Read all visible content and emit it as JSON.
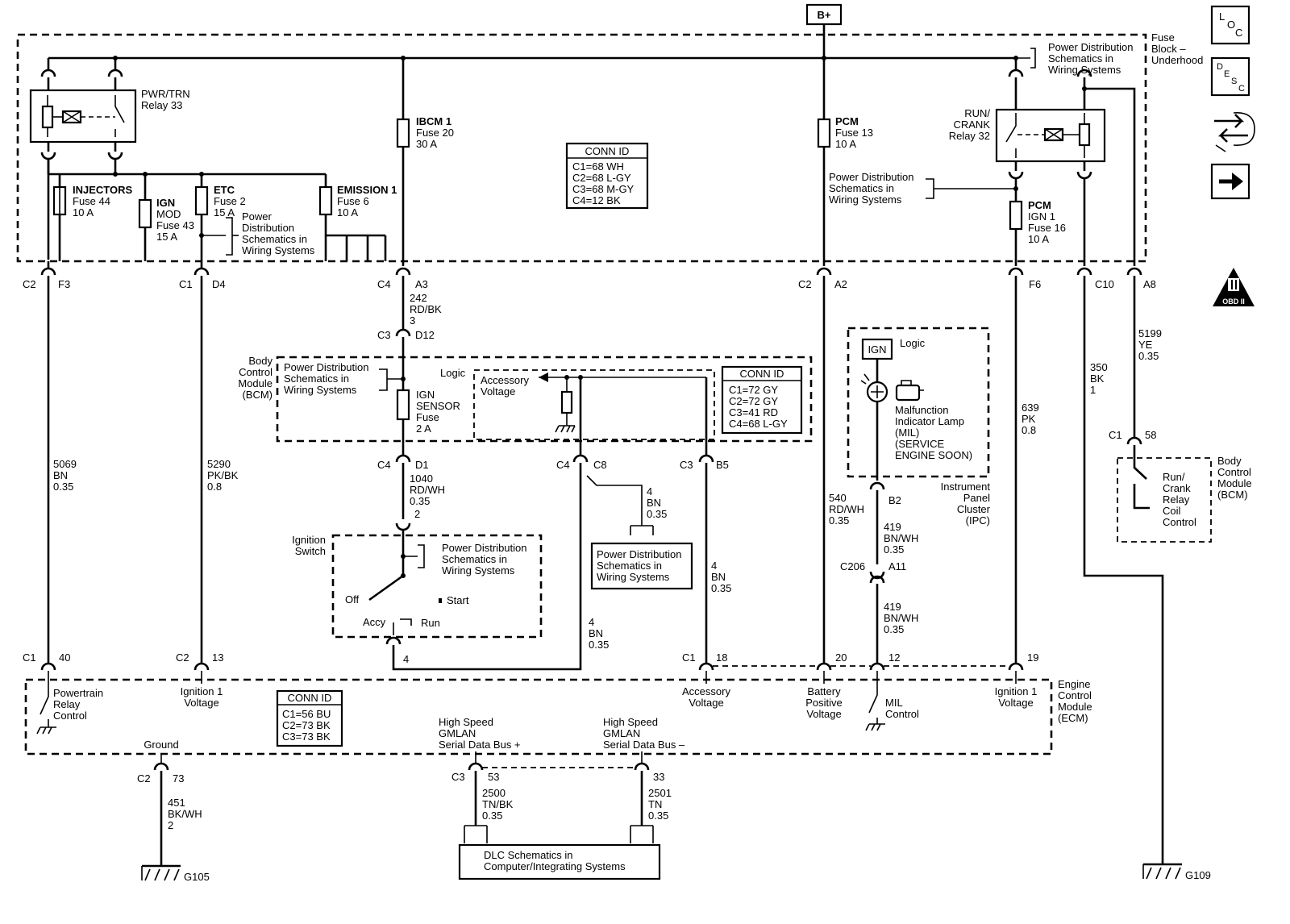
{
  "nav": {
    "bplus": "B+",
    "loc": [
      "L",
      "O",
      "C"
    ],
    "desc": [
      "D",
      "E",
      "S",
      "C"
    ]
  },
  "fuse_block": {
    "title": [
      "Fuse",
      "Block –",
      "Underhood"
    ],
    "relay_pwr": [
      "PWR/TRN",
      "Relay 33"
    ],
    "relay_run": [
      "RUN/",
      "CRANK",
      "Relay 32"
    ],
    "fuse_injectors": [
      "INJECTORS",
      "Fuse 44",
      "10 A"
    ],
    "fuse_ignmod": [
      "IGN",
      "MOD",
      "Fuse 43",
      "15 A"
    ],
    "fuse_etc": [
      "ETC",
      "Fuse 2",
      "15 A"
    ],
    "fuse_emission": [
      "EMISSION 1",
      "Fuse 6",
      "10 A"
    ],
    "fuse_ibcm": [
      "IBCM 1",
      "Fuse 20",
      "30 A"
    ],
    "fuse_pcm": [
      "PCM",
      "Fuse 13",
      "10 A"
    ],
    "fuse_pcmign": [
      "PCM",
      "IGN 1",
      "Fuse 16",
      "10 A"
    ],
    "pds_a": [
      "Power",
      "Distribution",
      "Schematics in",
      "Wiring Systems"
    ],
    "pds_b": [
      "Power Distribution",
      "Schematics in",
      "Wiring Systems"
    ],
    "pds_c": [
      "Power Distribution",
      "Schematics in",
      "Wiring Systems"
    ],
    "conn_title": "CONN ID",
    "conn_rows": [
      "C1=68 WH",
      "C2=68 L-GY",
      "C3=68 M-GY",
      "C4=12 BK"
    ]
  },
  "pins_top": {
    "f3": [
      "C2",
      "F3"
    ],
    "d4": [
      "C1",
      "D4"
    ],
    "a3": [
      "C4",
      "A3"
    ],
    "a2": [
      "C2",
      "A2"
    ],
    "f6": [
      "F6"
    ],
    "c10": [
      "C10"
    ],
    "a8": [
      "A8"
    ]
  },
  "wires": {
    "w242": [
      "242",
      "RD/BK",
      "3"
    ],
    "w5069": [
      "5069",
      "BN",
      "0.35"
    ],
    "w5290": [
      "5290",
      "PK/BK",
      "0.8"
    ],
    "w1040": [
      "1040",
      "RD/WH",
      "0.35"
    ],
    "w4a": [
      "4",
      "BN",
      "0.35"
    ],
    "w4b": [
      "4",
      "BN",
      "0.35"
    ],
    "w4c": [
      "4",
      "BN",
      "0.35"
    ],
    "w540": [
      "540",
      "RD/WH",
      "0.35"
    ],
    "w419a": [
      "419",
      "BN/WH",
      "0.35"
    ],
    "w419b": [
      "419",
      "BN/WH",
      "0.35"
    ],
    "w639": [
      "639",
      "PK",
      "0.8"
    ],
    "w350": [
      "350",
      "BK",
      "1"
    ],
    "w5199": [
      "5199",
      "YE",
      "0.35"
    ],
    "w451": [
      "451",
      "BK/WH",
      "2"
    ],
    "w2500": [
      "2500",
      "TN/BK",
      "0.35"
    ],
    "w2501": [
      "2501",
      "TN",
      "0.35"
    ]
  },
  "bcm": {
    "title": [
      "Body",
      "Control",
      "Module",
      "(BCM)"
    ],
    "pds": [
      "Power Distribution",
      "Schematics in",
      "Wiring Systems"
    ],
    "logic": "Logic",
    "accessory": [
      "Accessory",
      "Voltage"
    ],
    "ign_fuse": [
      "IGN",
      "SENSOR",
      "Fuse",
      "2 A"
    ],
    "pin_c3d12": [
      "C3",
      "D12"
    ],
    "pin_c4d1": [
      "C4",
      "D1"
    ],
    "pin_c4c8": [
      "C4",
      "C8"
    ],
    "pin_c3b5": [
      "C3",
      "B5"
    ],
    "conn_title": "CONN ID",
    "conn_rows": [
      "C1=72 GY",
      "C2=72 GY",
      "C3=41 RD",
      "C4=68 L-GY"
    ]
  },
  "ignition": {
    "title": [
      "Ignition",
      "Switch"
    ],
    "pds": [
      "Power Distribution",
      "Schematics in",
      "Wiring Systems"
    ],
    "off": "Off",
    "start": "Start",
    "accy": "Accy",
    "run": "Run",
    "pin_in": "2",
    "pin_out": "4"
  },
  "pds_box": [
    "Power Distribution",
    "Schematics in",
    "Wiring Systems"
  ],
  "ipc": {
    "ign": "IGN",
    "logic": "Logic",
    "mil": [
      "Malfunction",
      "Indicator Lamp",
      "(MIL)",
      "(SERVICE",
      "ENGINE SOON)"
    ],
    "title": [
      "Instrument",
      "Panel",
      "Cluster",
      "(IPC)"
    ],
    "pin_b2": "B2",
    "pin_c206": [
      "C206",
      "A11"
    ]
  },
  "bcm_right": {
    "title": [
      "Body",
      "Control",
      "Module",
      "(BCM)"
    ],
    "label": [
      "Run/",
      "Crank",
      "Relay",
      "Coil",
      "Control"
    ],
    "pin": [
      "C1",
      "58"
    ]
  },
  "ecm": {
    "title": [
      "Engine",
      "Control",
      "Module",
      "(ECM)"
    ],
    "pin40": [
      "C1",
      "40"
    ],
    "pin13": [
      "C2",
      "13"
    ],
    "pin18": [
      "C1",
      "18"
    ],
    "pin20": "20",
    "pin12": "12",
    "pin19": "19",
    "powertrain": [
      "Powertrain",
      "Relay",
      "Control"
    ],
    "ign1a": [
      "Ignition 1",
      "Voltage"
    ],
    "accessory": [
      "Accessory",
      "Voltage"
    ],
    "battery": [
      "Battery",
      "Positive",
      "Voltage"
    ],
    "mil": [
      "MIL",
      "Control"
    ],
    "ign1b": [
      "Ignition 1",
      "Voltage"
    ],
    "ground": "Ground",
    "gmlan_p": [
      "High Speed",
      "GMLAN",
      "Serial Data Bus +"
    ],
    "gmlan_m": [
      "High Speed",
      "GMLAN",
      "Serial Data Bus –"
    ],
    "conn_title": "CONN ID",
    "conn_rows": [
      "C1=56 BU",
      "C2=73 BK",
      "C3=73 BK"
    ],
    "pin_c2_73": [
      "C2",
      "73"
    ],
    "pin_c3_53": [
      "C3",
      "53"
    ],
    "pin_33": "33"
  },
  "dlc": [
    "DLC Schematics in",
    "Computer/Integrating Systems"
  ],
  "grounds": {
    "g105": "G105",
    "g109": "G109"
  },
  "obd": "OBD II"
}
